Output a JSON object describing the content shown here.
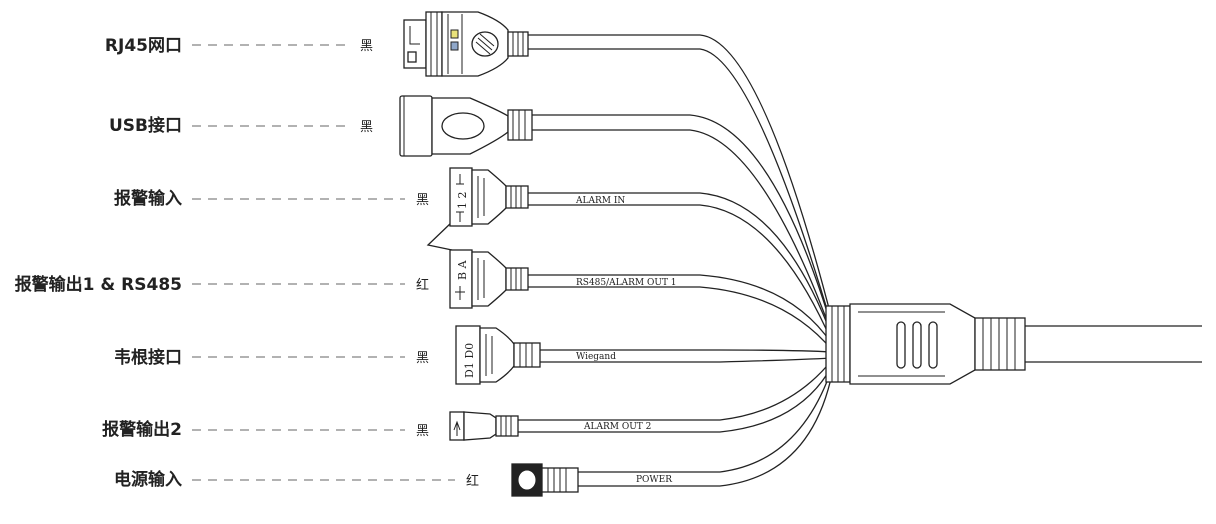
{
  "interfaces": [
    {
      "label": "RJ45网口",
      "color": "黑",
      "cable": ""
    },
    {
      "label": "USB接口",
      "color": "黑",
      "cable": ""
    },
    {
      "label": "报警输入",
      "color": "黑",
      "cable": "ALARM IN"
    },
    {
      "label": "报警输出1 & RS485",
      "color": "红",
      "cable": "RS485/ALARM OUT 1"
    },
    {
      "label": "韦根接口",
      "color": "黑",
      "cable": "Wiegand"
    },
    {
      "label": "报警输出2",
      "color": "黑",
      "cable": "ALARM OUT 2"
    },
    {
      "label": "电源输入",
      "color": "红",
      "cable": "POWER"
    }
  ],
  "pins": {
    "alarm_in": "1 2",
    "rs485": "B A",
    "wiegand": "D1 D0"
  },
  "colors": {
    "line": "#222222",
    "leader": "#666666"
  }
}
